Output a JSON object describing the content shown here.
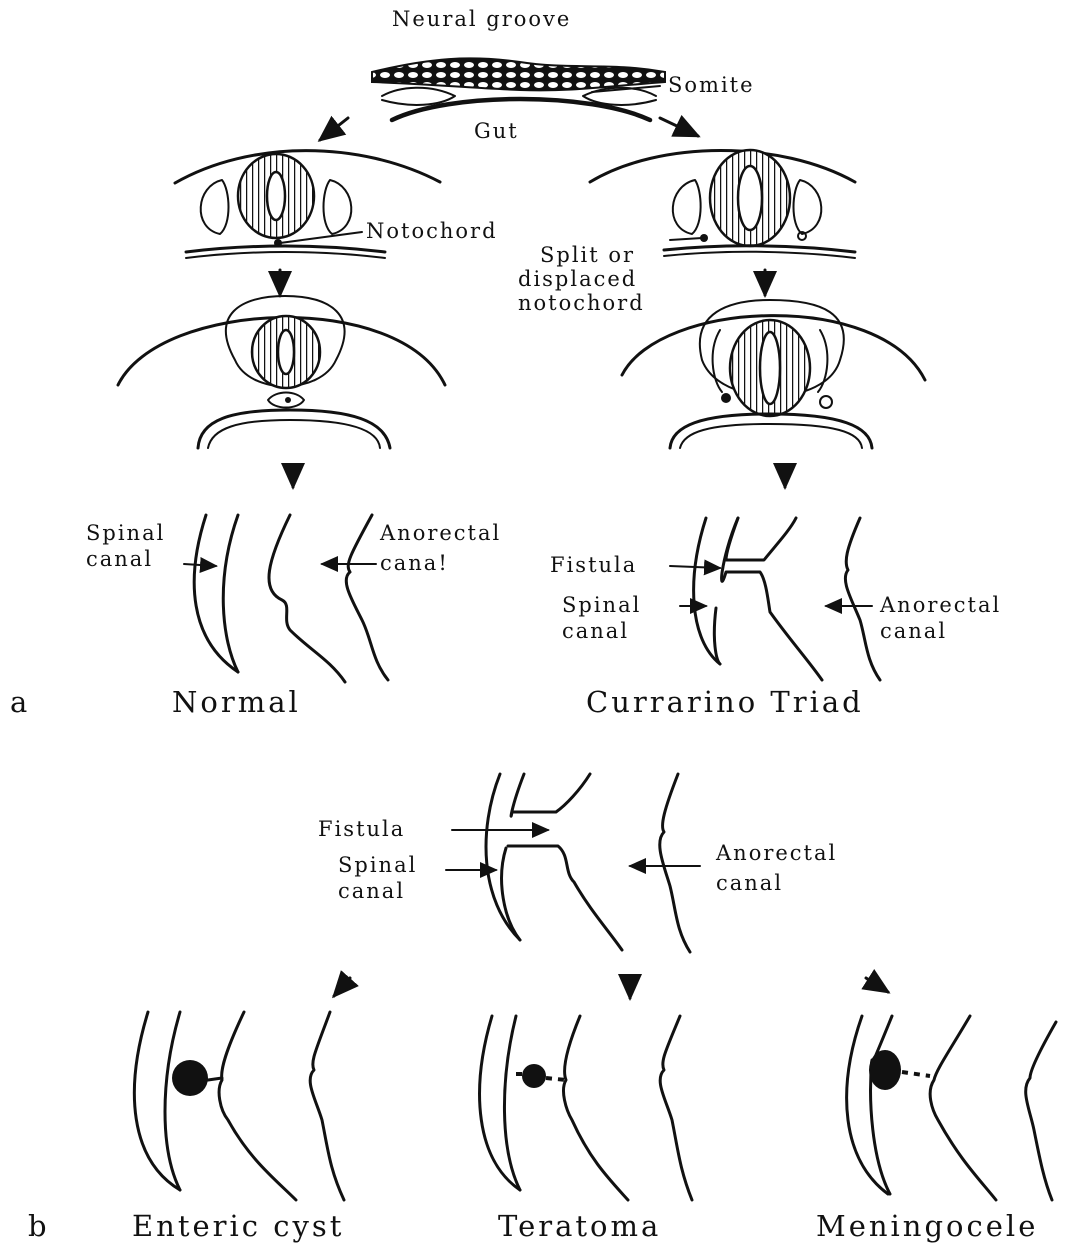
{
  "labels": {
    "neural_groove": "Neural groove",
    "somite": "Somite",
    "gut": "Gut",
    "notochord": "Notochord",
    "split_1": "Split or",
    "split_2": "displaced",
    "split_3": "notochord",
    "spinal_1": "Spinal",
    "spinal_2": "canal",
    "anorectal_1": "Anorectal",
    "anorectal_2": "canal",
    "anorectal_2_normal": "cana!",
    "fistula": "Fistula",
    "normal": "Normal",
    "currarino": "Currarino Triad",
    "enteric": "Enteric cyst",
    "teratoma": "Teratoma",
    "meningocele": "Meningocele",
    "panel_a": "a",
    "panel_b": "b"
  }
}
